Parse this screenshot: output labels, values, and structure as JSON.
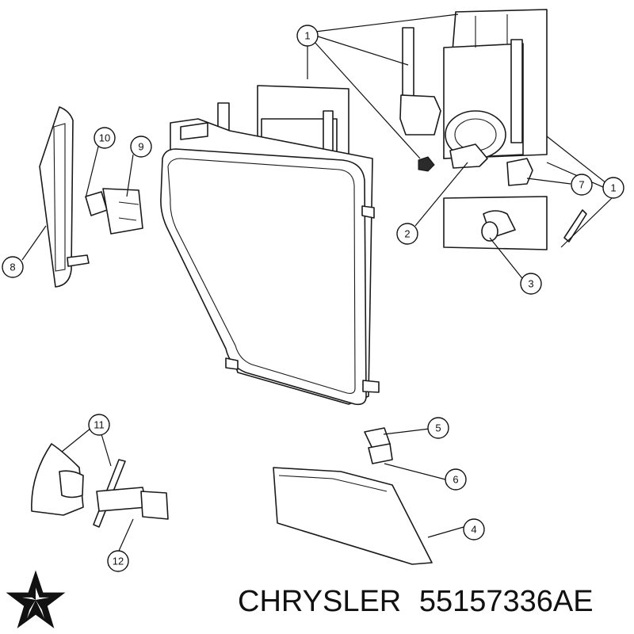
{
  "callouts": [
    {
      "label": "1"
    },
    {
      "label": "1"
    },
    {
      "label": "2"
    },
    {
      "label": "3"
    },
    {
      "label": "4"
    },
    {
      "label": "5"
    },
    {
      "label": "6"
    },
    {
      "label": "7"
    },
    {
      "label": "8"
    },
    {
      "label": "9"
    },
    {
      "label": "10"
    },
    {
      "label": "11"
    },
    {
      "label": "12"
    }
  ],
  "caption": {
    "brand": "CHRYSLER",
    "part_number": "55157336AE"
  },
  "logo_icon": "pentastar-logo-icon"
}
